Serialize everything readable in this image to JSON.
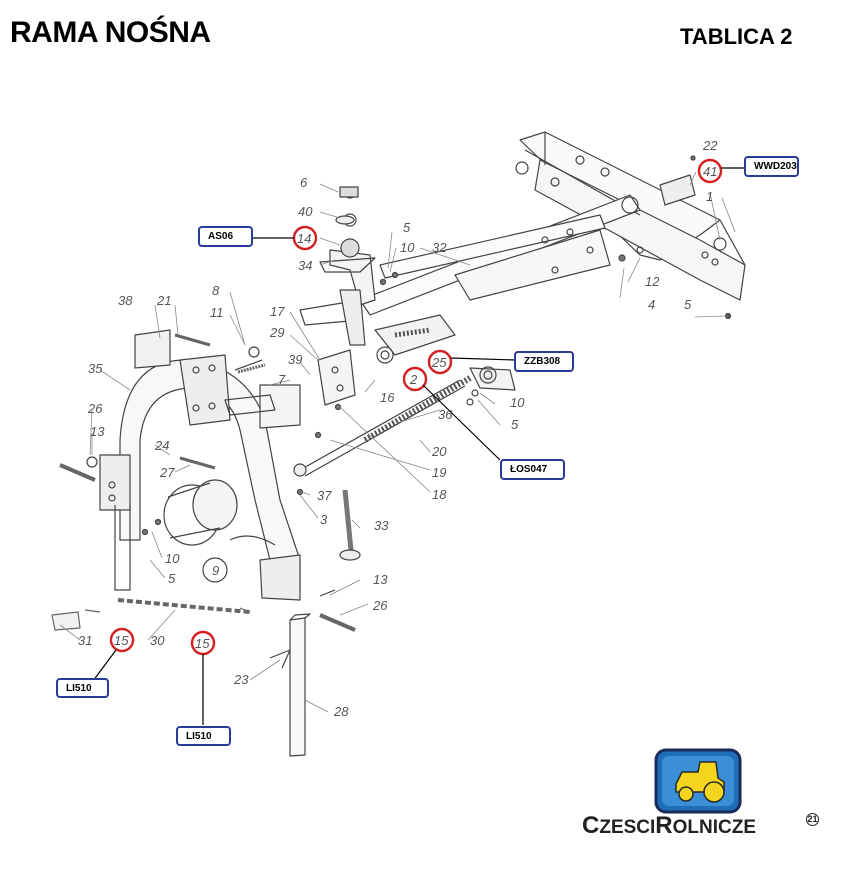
{
  "header": {
    "title": "RAMA NOŚNA",
    "table": "TABLICA 2"
  },
  "codes": {
    "as06": "AS06",
    "wwd203": "WWD203",
    "zzb308": "ZZB308",
    "los047": "ŁOS047",
    "li510_a": "LI510",
    "li510_b": "LI510"
  },
  "parts": {
    "p22": "22",
    "p41": "41",
    "p1": "1",
    "p6": "6",
    "p40": "40",
    "p14": "14",
    "p5a": "5",
    "p10a": "10",
    "p32": "32",
    "p34": "34",
    "p12": "12",
    "p4": "4",
    "p5b": "5",
    "p38": "38",
    "p21": "21",
    "p8": "8",
    "p11": "11",
    "p17": "17",
    "p29": "29",
    "p39": "39",
    "p25": "25",
    "p35": "35",
    "p7": "7",
    "p2": "2",
    "p16": "16",
    "p10b": "10",
    "p26a": "26",
    "p36": "36",
    "p5c": "5",
    "p13a": "13",
    "p24": "24",
    "p20": "20",
    "p27": "27",
    "p19": "19",
    "p18": "18",
    "p37": "37",
    "p3": "3",
    "p33": "33",
    "p10c": "10",
    "p9": "9",
    "p5d": "5",
    "p13b": "13",
    "p26b": "26",
    "p31": "31",
    "p15a": "15",
    "p30": "30",
    "p15b": "15",
    "p23": "23",
    "p28": "28"
  },
  "brand": {
    "name_prefix": "C",
    "name_mid": "ZESCI",
    "name_r": "R",
    "name_end": "OLNICZE",
    "reg": "21"
  },
  "colors": {
    "highlight_circle": "#d42020",
    "code_border": "#2a3a9a",
    "logo_blue": "#1f6fb8",
    "logo_yellow": "#f2d51c"
  }
}
